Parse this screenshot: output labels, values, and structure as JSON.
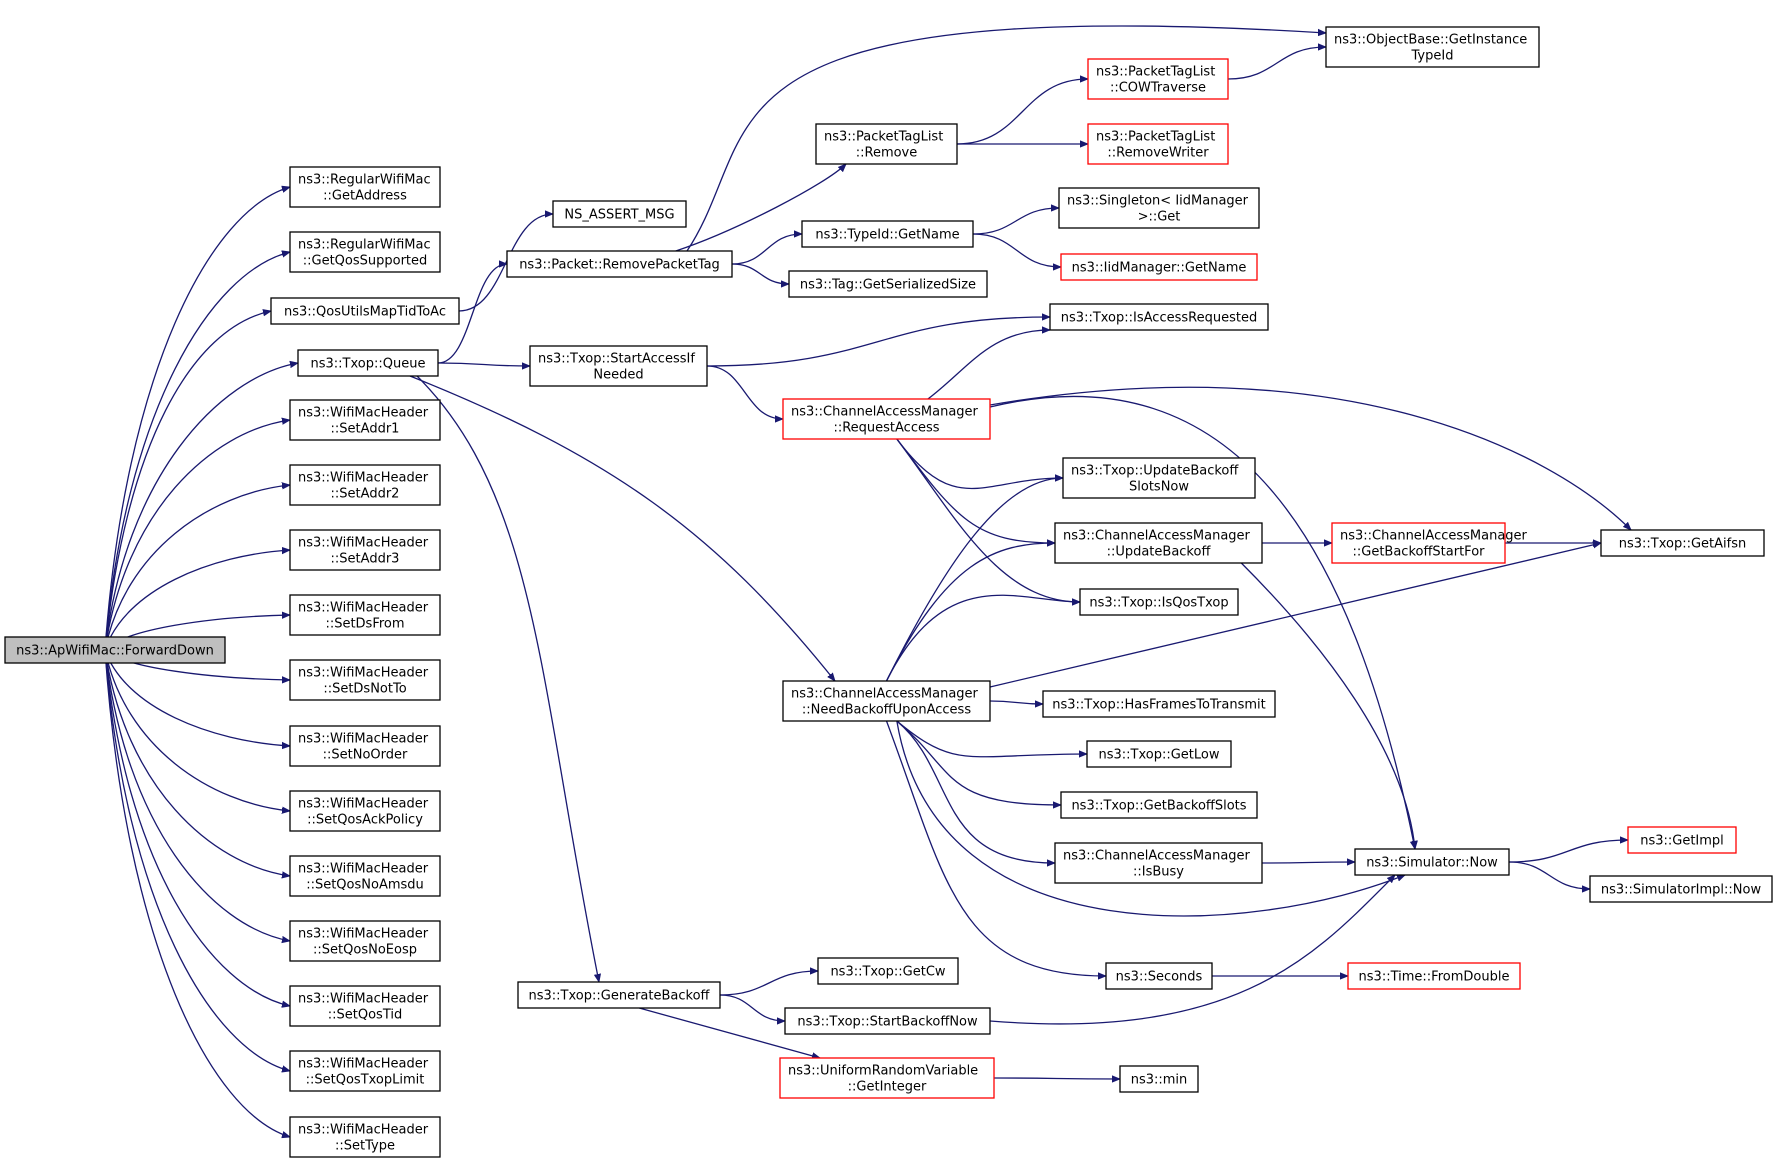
{
  "colors": {
    "edge": "#191970",
    "highlight_border": "#ff0000",
    "root_fill": "#bfbfbf"
  },
  "nodes": [
    {
      "id": "root",
      "lines": [
        "ns3::ApWifiMac::ForwardDown"
      ],
      "style": "root"
    },
    {
      "id": "getaddr",
      "lines": [
        "ns3::RegularWifiMac",
        "::GetAddress"
      ]
    },
    {
      "id": "getqos",
      "lines": [
        "ns3::RegularWifiMac",
        "::GetQosSupported"
      ]
    },
    {
      "id": "qosutils",
      "lines": [
        "ns3::QosUtilsMapTidToAc"
      ]
    },
    {
      "id": "queue",
      "lines": [
        "ns3::Txop::Queue"
      ]
    },
    {
      "id": "setaddr1",
      "lines": [
        "ns3::WifiMacHeader",
        "::SetAddr1"
      ]
    },
    {
      "id": "setaddr2",
      "lines": [
        "ns3::WifiMacHeader",
        "::SetAddr2"
      ]
    },
    {
      "id": "setaddr3",
      "lines": [
        "ns3::WifiMacHeader",
        "::SetAddr3"
      ]
    },
    {
      "id": "setdsfrom",
      "lines": [
        "ns3::WifiMacHeader",
        "::SetDsFrom"
      ]
    },
    {
      "id": "setdsnotto",
      "lines": [
        "ns3::WifiMacHeader",
        "::SetDsNotTo"
      ]
    },
    {
      "id": "setnoorder",
      "lines": [
        "ns3::WifiMacHeader",
        "::SetNoOrder"
      ]
    },
    {
      "id": "setqosack",
      "lines": [
        "ns3::WifiMacHeader",
        "::SetQosAckPolicy"
      ]
    },
    {
      "id": "setqosnoamsdu",
      "lines": [
        "ns3::WifiMacHeader",
        "::SetQosNoAmsdu"
      ]
    },
    {
      "id": "setqosnoeosp",
      "lines": [
        "ns3::WifiMacHeader",
        "::SetQosNoEosp"
      ]
    },
    {
      "id": "setqostid",
      "lines": [
        "ns3::WifiMacHeader",
        "::SetQosTid"
      ]
    },
    {
      "id": "setqostxop",
      "lines": [
        "ns3::WifiMacHeader",
        "::SetQosTxopLimit"
      ]
    },
    {
      "id": "settype",
      "lines": [
        "ns3::WifiMacHeader",
        "::SetType"
      ]
    },
    {
      "id": "nsassert",
      "lines": [
        "NS_ASSERT_MSG"
      ]
    },
    {
      "id": "removepackettag",
      "lines": [
        "ns3::Packet::RemovePacketTag"
      ]
    },
    {
      "id": "startaccess",
      "lines": [
        "ns3::Txop::StartAccessIf",
        "Needed"
      ]
    },
    {
      "id": "needbackoff",
      "lines": [
        "ns3::ChannelAccessManager",
        "::NeedBackoffUponAccess"
      ]
    },
    {
      "id": "genbackoff",
      "lines": [
        "ns3::Txop::GenerateBackoff"
      ]
    },
    {
      "id": "ptlremove",
      "lines": [
        "ns3::PacketTagList",
        "::Remove"
      ]
    },
    {
      "id": "typeidgetname",
      "lines": [
        "ns3::TypeId::GetName"
      ]
    },
    {
      "id": "taggetsize",
      "lines": [
        "ns3::Tag::GetSerializedSize"
      ]
    },
    {
      "id": "requestaccess",
      "lines": [
        "ns3::ChannelAccessManager",
        "::RequestAccess"
      ],
      "style": "hl"
    },
    {
      "id": "getcw",
      "lines": [
        "ns3::Txop::GetCw"
      ]
    },
    {
      "id": "startbackoffnow",
      "lines": [
        "ns3::Txop::StartBackoffNow"
      ]
    },
    {
      "id": "uniformgetint",
      "lines": [
        "ns3::UniformRandomVariable",
        "::GetInteger"
      ],
      "style": "hl"
    },
    {
      "id": "ptlcow",
      "lines": [
        "ns3::PacketTagList",
        "::COWTraverse"
      ],
      "style": "hl"
    },
    {
      "id": "ptlremovewriter",
      "lines": [
        "ns3::PacketTagList",
        "::RemoveWriter"
      ],
      "style": "hl"
    },
    {
      "id": "singleton",
      "lines": [
        "ns3::Singleton< IidManager",
        ">::Get"
      ]
    },
    {
      "id": "iidgetname",
      "lines": [
        "ns3::IidManager::GetName"
      ],
      "style": "hl"
    },
    {
      "id": "isaccessreq",
      "lines": [
        "ns3::Txop::IsAccessRequested"
      ]
    },
    {
      "id": "updatebackoffslots",
      "lines": [
        "ns3::Txop::UpdateBackoff",
        "SlotsNow"
      ]
    },
    {
      "id": "cam_updatebackoff",
      "lines": [
        "ns3::ChannelAccessManager",
        "::UpdateBackoff"
      ]
    },
    {
      "id": "isqostxop",
      "lines": [
        "ns3::Txop::IsQosTxop"
      ]
    },
    {
      "id": "hasframes",
      "lines": [
        "ns3::Txop::HasFramesToTransmit"
      ]
    },
    {
      "id": "getlow",
      "lines": [
        "ns3::Txop::GetLow"
      ]
    },
    {
      "id": "getbackoffslots",
      "lines": [
        "ns3::Txop::GetBackoffSlots"
      ]
    },
    {
      "id": "isbusy",
      "lines": [
        "ns3::ChannelAccessManager",
        "::IsBusy"
      ]
    },
    {
      "id": "seconds",
      "lines": [
        "ns3::Seconds"
      ]
    },
    {
      "id": "nsmin",
      "lines": [
        "ns3::min"
      ]
    },
    {
      "id": "objbase",
      "lines": [
        "ns3::ObjectBase::GetInstance",
        "TypeId"
      ]
    },
    {
      "id": "getbackoffstart",
      "lines": [
        "ns3::ChannelAccessManager",
        "::GetBackoffStartFor"
      ],
      "style": "hl"
    },
    {
      "id": "getaifsn",
      "lines": [
        "ns3::Txop::GetAifsn"
      ]
    },
    {
      "id": "simnow",
      "lines": [
        "ns3::Simulator::Now"
      ]
    },
    {
      "id": "timefromdouble",
      "lines": [
        "ns3::Time::FromDouble"
      ],
      "style": "hl"
    },
    {
      "id": "getimpl",
      "lines": [
        "ns3::GetImpl"
      ],
      "style": "hl"
    },
    {
      "id": "simimplnow",
      "lines": [
        "ns3::SimulatorImpl::Now"
      ]
    }
  ],
  "edges": [
    [
      "root",
      "getaddr"
    ],
    [
      "root",
      "getqos"
    ],
    [
      "root",
      "qosutils"
    ],
    [
      "root",
      "queue"
    ],
    [
      "root",
      "setaddr1"
    ],
    [
      "root",
      "setaddr2"
    ],
    [
      "root",
      "setaddr3"
    ],
    [
      "root",
      "setdsfrom"
    ],
    [
      "root",
      "setdsnotto"
    ],
    [
      "root",
      "setnoorder"
    ],
    [
      "root",
      "setqosack"
    ],
    [
      "root",
      "setqosnoamsdu"
    ],
    [
      "root",
      "setqosnoeosp"
    ],
    [
      "root",
      "setqostid"
    ],
    [
      "root",
      "setqostxop"
    ],
    [
      "root",
      "settype"
    ],
    [
      "qosutils",
      "nsassert"
    ],
    [
      "queue",
      "removepackettag"
    ],
    [
      "queue",
      "startaccess"
    ],
    [
      "queue",
      "needbackoff"
    ],
    [
      "queue",
      "genbackoff"
    ],
    [
      "removepackettag",
      "ptlremove"
    ],
    [
      "removepackettag",
      "typeidgetname"
    ],
    [
      "removepackettag",
      "taggetsize"
    ],
    [
      "removepackettag",
      "objbase"
    ],
    [
      "ptlremove",
      "ptlcow"
    ],
    [
      "ptlremove",
      "ptlremovewriter"
    ],
    [
      "ptlcow",
      "objbase"
    ],
    [
      "typeidgetname",
      "singleton"
    ],
    [
      "typeidgetname",
      "iidgetname"
    ],
    [
      "startaccess",
      "isaccessreq"
    ],
    [
      "startaccess",
      "requestaccess"
    ],
    [
      "requestaccess",
      "isaccessreq"
    ],
    [
      "requestaccess",
      "updatebackoffslots"
    ],
    [
      "requestaccess",
      "cam_updatebackoff"
    ],
    [
      "requestaccess",
      "isqostxop"
    ],
    [
      "requestaccess",
      "getaifsn"
    ],
    [
      "requestaccess",
      "simnow"
    ],
    [
      "needbackoff",
      "updatebackoffslots"
    ],
    [
      "needbackoff",
      "cam_updatebackoff"
    ],
    [
      "needbackoff",
      "isqostxop"
    ],
    [
      "needbackoff",
      "getaifsn"
    ],
    [
      "needbackoff",
      "hasframes"
    ],
    [
      "needbackoff",
      "getlow"
    ],
    [
      "needbackoff",
      "getbackoffslots"
    ],
    [
      "needbackoff",
      "isbusy"
    ],
    [
      "needbackoff",
      "simnow"
    ],
    [
      "needbackoff",
      "seconds"
    ],
    [
      "cam_updatebackoff",
      "getbackoffstart"
    ],
    [
      "cam_updatebackoff",
      "simnow"
    ],
    [
      "getbackoffstart",
      "getaifsn"
    ],
    [
      "isbusy",
      "simnow"
    ],
    [
      "seconds",
      "timefromdouble"
    ],
    [
      "genbackoff",
      "getcw"
    ],
    [
      "genbackoff",
      "startbackoffnow"
    ],
    [
      "genbackoff",
      "uniformgetint"
    ],
    [
      "startbackoffnow",
      "simnow"
    ],
    [
      "uniformgetint",
      "nsmin"
    ],
    [
      "simnow",
      "getimpl"
    ],
    [
      "simnow",
      "simimplnow"
    ]
  ]
}
